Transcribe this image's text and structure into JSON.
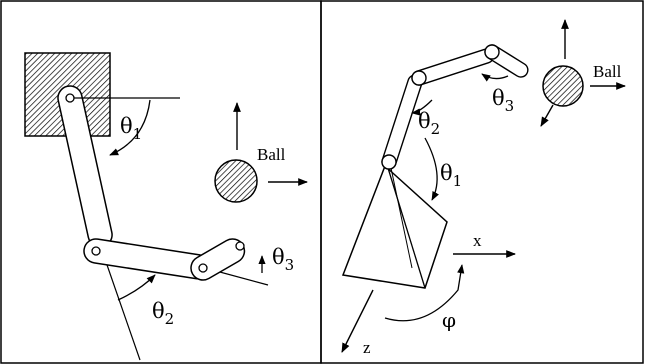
{
  "left_panel": {
    "labels": {
      "theta1": "θ1",
      "theta2": "θ2",
      "theta3": "θ3",
      "ball": "Ball"
    }
  },
  "right_panel": {
    "labels": {
      "theta1": "θ1",
      "theta2": "θ2",
      "theta3": "θ3",
      "ball": "Ball",
      "x_axis": "x",
      "z_axis": "z",
      "phi": "φ"
    }
  }
}
